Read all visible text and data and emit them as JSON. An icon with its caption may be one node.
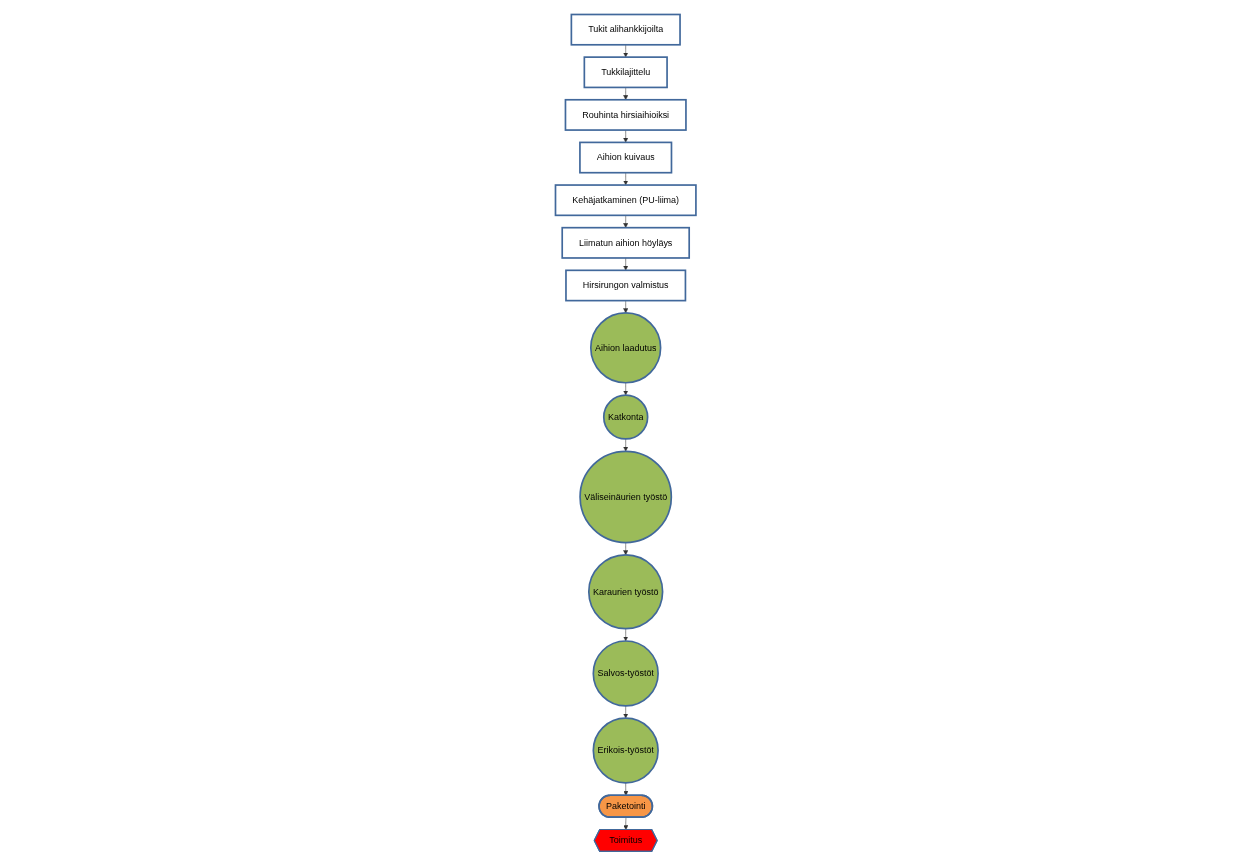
{
  "diagram": {
    "nodes": [
      {
        "text": [
          "Tukit alihankkijoilta"
        ]
      },
      {
        "text": [
          "Tukkilajittelu"
        ]
      },
      {
        "text": [
          "Rouhinta hirsiaihioiksi"
        ]
      },
      {
        "text": [
          "Aihion kuivaus"
        ]
      },
      {
        "text": [
          "Kehäjatkaminen (PU-liima)"
        ]
      },
      {
        "text": [
          "Liimatun aihion höyläys"
        ]
      },
      {
        "text": [
          "Hirsirungon valmistus"
        ]
      },
      {
        "text": [
          "Aihion laadutus"
        ]
      },
      {
        "text": [
          "Katkonta"
        ]
      },
      {
        "text": [
          "Väliseinäurien työstö"
        ]
      },
      {
        "text": [
          "Karaurien työstö"
        ]
      },
      {
        "text": [
          "Salvos-työstöt"
        ]
      },
      {
        "text": [
          "Erikois-työstöt"
        ]
      },
      {
        "text": [
          "Paketointi"
        ]
      },
      {
        "text": [
          "Toimitus"
        ]
      }
    ],
    "edges": [
      {
        "from": 0,
        "to": 1,
        "arrow": "to"
      },
      {
        "from": 1,
        "to": 2,
        "arrow": "to"
      },
      {
        "from": 2,
        "to": 3,
        "arrow": "to"
      },
      {
        "from": 3,
        "to": 4,
        "arrow": "to"
      },
      {
        "from": 4,
        "to": 5,
        "arrow": "to"
      },
      {
        "from": 5,
        "to": 6,
        "arrow": "to"
      },
      {
        "from": 6,
        "to": 7,
        "arrow": "to"
      },
      {
        "from": 7,
        "to": 8,
        "arrow": "to"
      },
      {
        "from": 8,
        "to": 9,
        "arrow": "to"
      },
      {
        "from": 9,
        "to": 10,
        "arrow": "to"
      },
      {
        "from": 10,
        "to": 11,
        "arrow": "to"
      },
      {
        "from": 11,
        "to": 12,
        "arrow": "to"
      },
      {
        "from": 12,
        "to": 13,
        "arrow": "to"
      },
      {
        "from": 13,
        "to": 14,
        "arrow": "to"
      }
    ]
  }
}
